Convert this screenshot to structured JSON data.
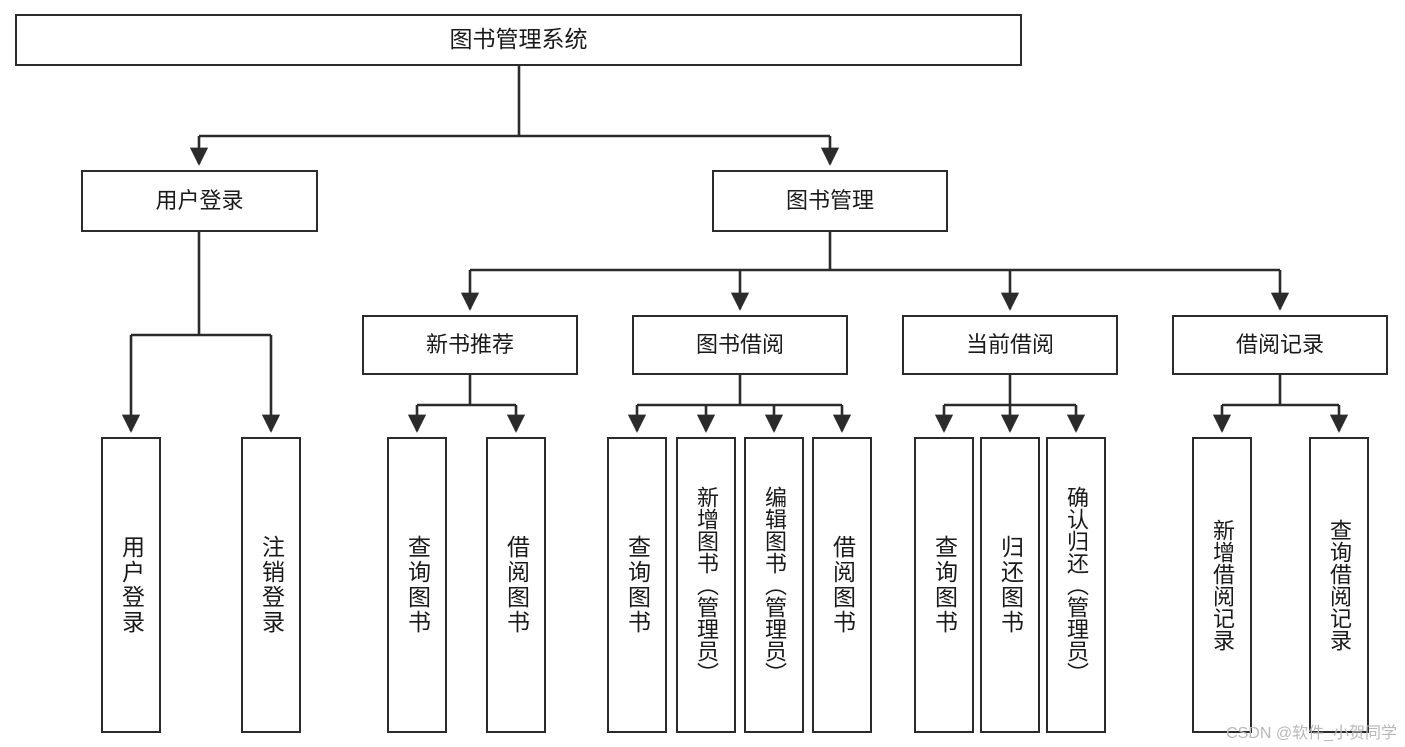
{
  "diagram": {
    "title": "图书管理系统",
    "type": "tree",
    "orientation": "top-down",
    "style": {
      "box_fill": "#ffffff",
      "box_stroke": "#2b2b2b",
      "edge_color": "#2b2b2b",
      "text_color": "#1a1a1a",
      "background": "#ffffff"
    },
    "nodes": {
      "root": {
        "label": "图书管理系统",
        "level": 0
      },
      "l1": [
        {
          "id": "user_login",
          "label": "用户登录"
        },
        {
          "id": "book_manage",
          "label": "图书管理"
        }
      ],
      "l2": [
        {
          "id": "new_book_rec",
          "label": "新书推荐",
          "parent": "book_manage"
        },
        {
          "id": "book_borrow",
          "label": "图书借阅",
          "parent": "book_manage"
        },
        {
          "id": "current_borrow",
          "label": "当前借阅",
          "parent": "book_manage"
        },
        {
          "id": "borrow_record",
          "label": "借阅记录",
          "parent": "book_manage"
        }
      ],
      "leaves": {
        "user_login": [
          {
            "id": "leaf_user_login",
            "label": "用户登录"
          },
          {
            "id": "leaf_logout",
            "label": "注销登录"
          }
        ],
        "new_book_rec": [
          {
            "id": "leaf_query_book_1",
            "label": "查询图书"
          },
          {
            "id": "leaf_borrow_book_1",
            "label": "借阅图书"
          }
        ],
        "book_borrow": [
          {
            "id": "leaf_query_book_2",
            "label": "查询图书"
          },
          {
            "id": "leaf_add_book",
            "label": "新增图书（管理员）"
          },
          {
            "id": "leaf_edit_book",
            "label": "编辑图书（管理员）"
          },
          {
            "id": "leaf_borrow_book_2",
            "label": "借阅图书"
          }
        ],
        "current_borrow": [
          {
            "id": "leaf_query_book_3",
            "label": "查询图书"
          },
          {
            "id": "leaf_return_book",
            "label": "归还图书"
          },
          {
            "id": "leaf_confirm_return",
            "label": "确认归还（管理员）"
          }
        ],
        "borrow_record": [
          {
            "id": "leaf_add_record",
            "label": "新增借阅记录"
          },
          {
            "id": "leaf_query_record",
            "label": "查询借阅记录"
          }
        ]
      }
    },
    "watermark": "CSDN @软件_小贺同学"
  }
}
